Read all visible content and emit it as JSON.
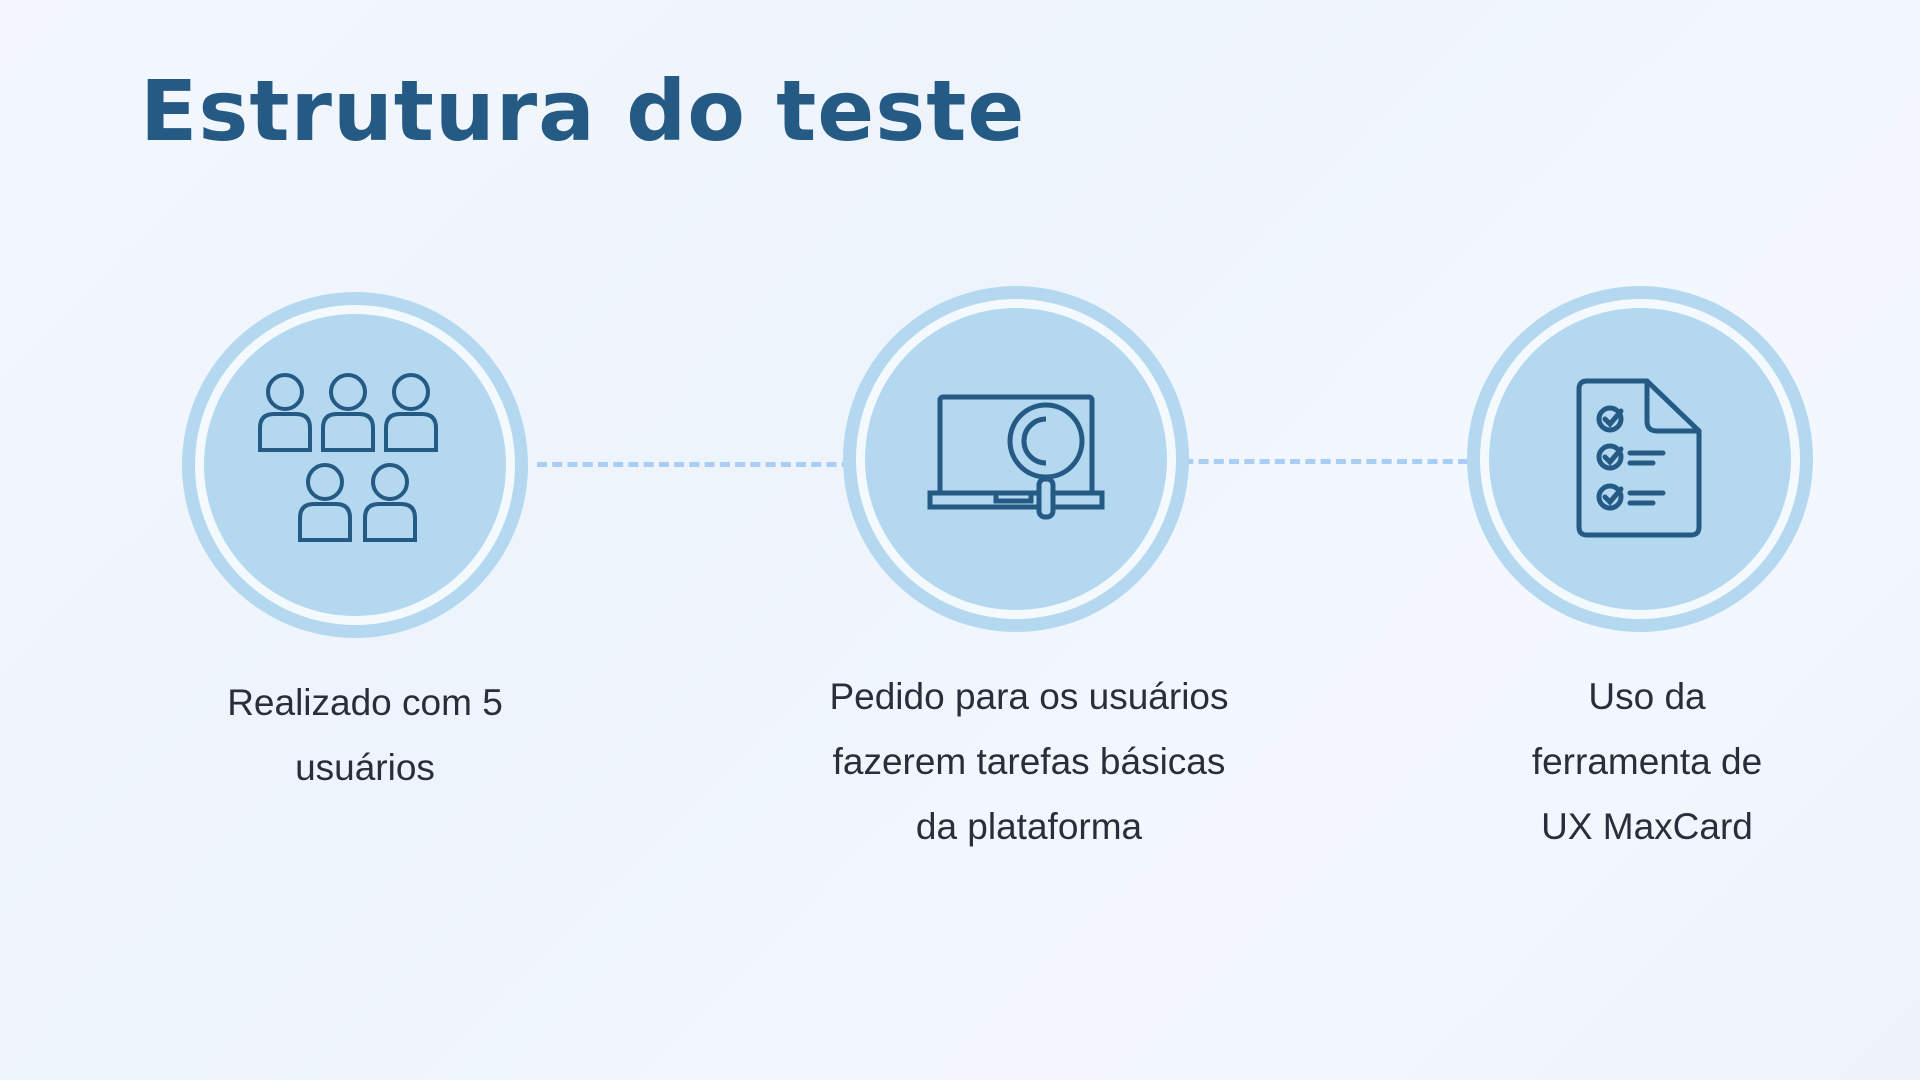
{
  "title": "Estrutura do teste",
  "colors": {
    "accent": "#255a85",
    "circle": "#b3d8f0",
    "dash": "#a9cdf3"
  },
  "steps": [
    {
      "icon": "users-group-icon",
      "lines": [
        "Realizado com 5",
        "usuários"
      ]
    },
    {
      "icon": "laptop-search-icon",
      "lines": [
        "Pedido para os usuários",
        "fazerem tarefas básicas",
        "da plataforma"
      ]
    },
    {
      "icon": "checklist-document-icon",
      "lines": [
        "Uso da",
        "ferramenta de",
        "UX MaxCard"
      ]
    }
  ]
}
